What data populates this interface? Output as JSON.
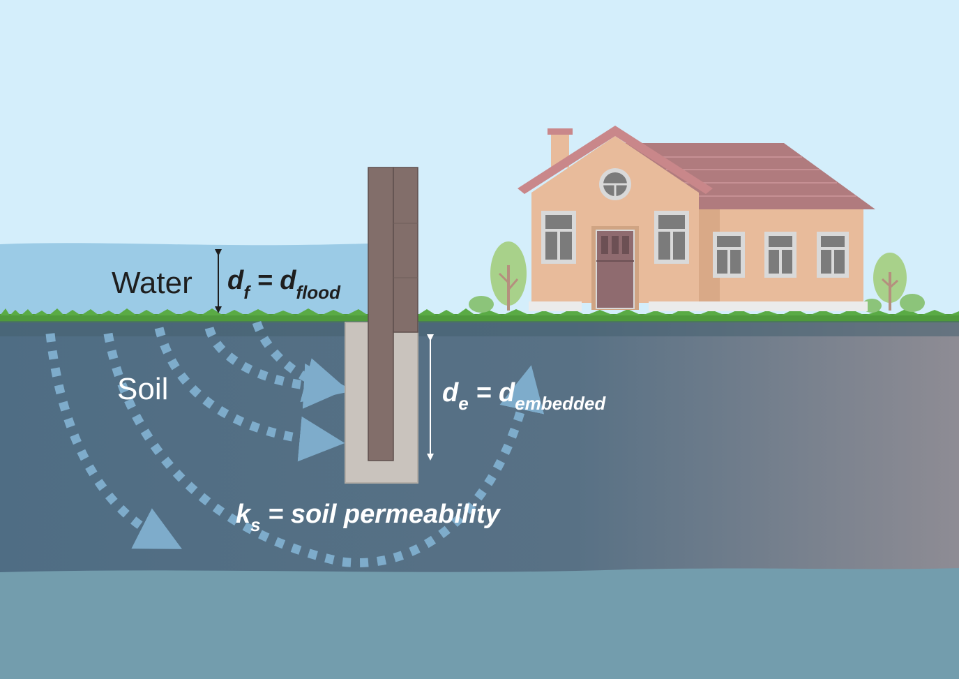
{
  "labels": {
    "water": "Water",
    "soil": "Soil",
    "flood": {
      "var": "d",
      "sub": "f",
      "eq": " = ",
      "var2": "d",
      "sub2": "flood"
    },
    "embedded": {
      "var": "d",
      "sub": "e",
      "eq": " = ",
      "var2": "d",
      "sub2": "embedded"
    },
    "permeability": {
      "var": "k",
      "sub": "s",
      "rest": " = soil permeability"
    }
  },
  "colors": {
    "sky": "#d4eefb",
    "water": "#9bcbe6",
    "grass": "#4f9a3c",
    "soil": "#4f6d84",
    "soil_right": "#8b8a93",
    "bedrock": "#739dad",
    "wall": "#826e6a",
    "concrete": "#c9c3bd",
    "seepage_arrows": "#7eaccb",
    "house_wall": "#e8bb9b",
    "roof": "#b07b7e",
    "door": "#8f6b6f",
    "window_frame": "#d9d9d9",
    "window_glass": "#7b7b7b",
    "tree": "#a8d18a"
  }
}
